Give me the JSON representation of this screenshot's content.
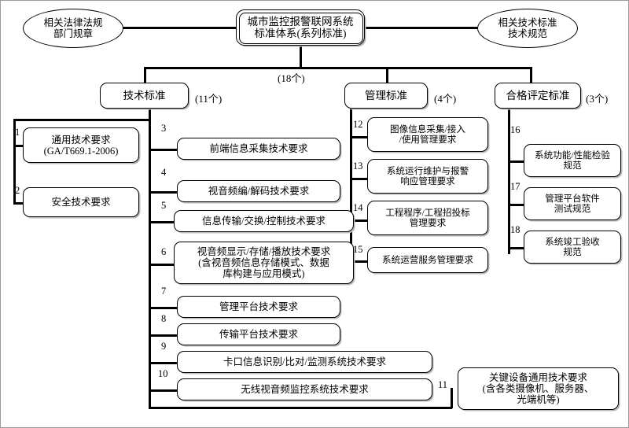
{
  "diagram": {
    "title_box": "城市监控报警联网系统\n标准体系(系列标准)",
    "title_line1": "城市监控报警联网系统",
    "title_line2": "标准体系(系列标准)",
    "left_ellipse_line1": "相关法律法规",
    "left_ellipse_line2": "部门规章",
    "right_ellipse_line1": "相关技术标准",
    "right_ellipse_line2": "技术规范",
    "root_count_label": "(18个)",
    "categories": [
      {
        "name": "技术标准",
        "count_label": "(11个)"
      },
      {
        "name": "管理标准",
        "count_label": "(4个)"
      },
      {
        "name": "合格评定标准",
        "count_label": "(3个)"
      }
    ],
    "technical_items": [
      {
        "no": "1",
        "line1": "通用技术要求",
        "line2": "(GA/T669.1-2006)",
        "line3": ""
      },
      {
        "no": "2",
        "line1": "安全技术要求",
        "line2": "",
        "line3": ""
      },
      {
        "no": "3",
        "line1": "前端信息采集技术要求",
        "line2": "",
        "line3": ""
      },
      {
        "no": "4",
        "line1": "视音频编/解码技术要求",
        "line2": "",
        "line3": ""
      },
      {
        "no": "5",
        "line1": "信息传输/交换/控制技术要求",
        "line2": "",
        "line3": ""
      },
      {
        "no": "6",
        "line1": "视音频显示/存储/播放技术要求",
        "line2": "(含视音频信息存储模式、数据",
        "line3": "库构建与应用模式)"
      },
      {
        "no": "7",
        "line1": "管理平台技术要求",
        "line2": "",
        "line3": ""
      },
      {
        "no": "8",
        "line1": "传输平台技术要求",
        "line2": "",
        "line3": ""
      },
      {
        "no": "9",
        "line1": "卡口信息识别/比对/监测系统技术要求",
        "line2": "",
        "line3": ""
      },
      {
        "no": "10",
        "line1": "无线视音频监控系统技术要求",
        "line2": "",
        "line3": ""
      },
      {
        "no": "11",
        "line1": "关键设备通用技术要求",
        "line2": "(含各类摄像机、服务器、",
        "line3": "光端机等)"
      }
    ],
    "management_items": [
      {
        "no": "12",
        "line1": "图像信息采集/接入",
        "line2": "/使用管理要求"
      },
      {
        "no": "13",
        "line1": "系统运行维护与报警",
        "line2": "响应管理要求"
      },
      {
        "no": "14",
        "line1": "工程程序/工程招投标",
        "line2": "管理要求"
      },
      {
        "no": "15",
        "line1": "系统运营服务管理要求",
        "line2": ""
      }
    ],
    "conformity_items": [
      {
        "no": "16",
        "line1": "系统功能/性能检验",
        "line2": "规范"
      },
      {
        "no": "17",
        "line1": "管理平台软件",
        "line2": "测试规范"
      },
      {
        "no": "18",
        "line1": "系统竣工验收",
        "line2": "规范"
      }
    ],
    "colors": {
      "line": "#000000",
      "node_fill": "#ffffff",
      "node_border": "#000000",
      "shadow": "#b8b8b8",
      "page_background": "#ffffff"
    }
  }
}
